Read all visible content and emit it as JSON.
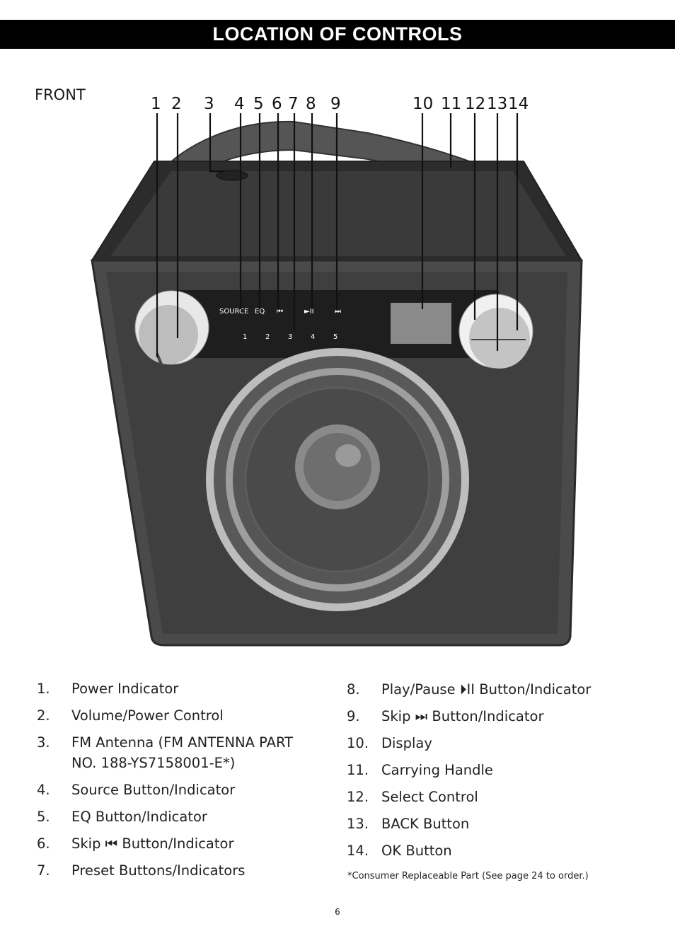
{
  "page": {
    "title": "LOCATION OF CONTROLS",
    "section_label": "FRONT",
    "page_number": "6",
    "footnote": "*Consumer Replaceable Part (See page 24 to order.)"
  },
  "diagram": {
    "callouts": [
      "1",
      "2",
      "3",
      "4",
      "5",
      "6",
      "7",
      "8",
      "9",
      "10",
      "11",
      "12",
      "13",
      "14"
    ],
    "panel": {
      "source_label": "SOURCE",
      "eq_label": "EQ",
      "prev_icon": "⏮",
      "play_icon": "►II",
      "next_icon": "⏭",
      "presets": [
        "1",
        "2",
        "3",
        "4",
        "5"
      ]
    }
  },
  "controls_left": [
    {
      "num": "1.",
      "label": "Power Indicator"
    },
    {
      "num": "2.",
      "label": "Volume/Power Control"
    },
    {
      "num": "3.",
      "label": "FM Antenna (FM ANTENNA PART",
      "label2": "NO. 188-YS7158001-E*)"
    },
    {
      "num": "4.",
      "label": "Source Button/Indicator"
    },
    {
      "num": "5.",
      "label": "EQ Button/Indicator"
    },
    {
      "num": "6.",
      "label": "Skip ⏮ Button/Indicator"
    },
    {
      "num": "7.",
      "label": "Preset Buttons/Indicators"
    }
  ],
  "controls_right": [
    {
      "num": "8.",
      "label": "Play/Pause ⏵II Button/Indicator"
    },
    {
      "num": "9.",
      "label": "Skip ⏭ Button/Indicator"
    },
    {
      "num": "10.",
      "label": "Display"
    },
    {
      "num": "11.",
      "label": "Carrying Handle"
    },
    {
      "num": "12.",
      "label": "Select Control"
    },
    {
      "num": "13.",
      "label": "BACK Button"
    },
    {
      "num": "14.",
      "label": "OK Button"
    }
  ]
}
